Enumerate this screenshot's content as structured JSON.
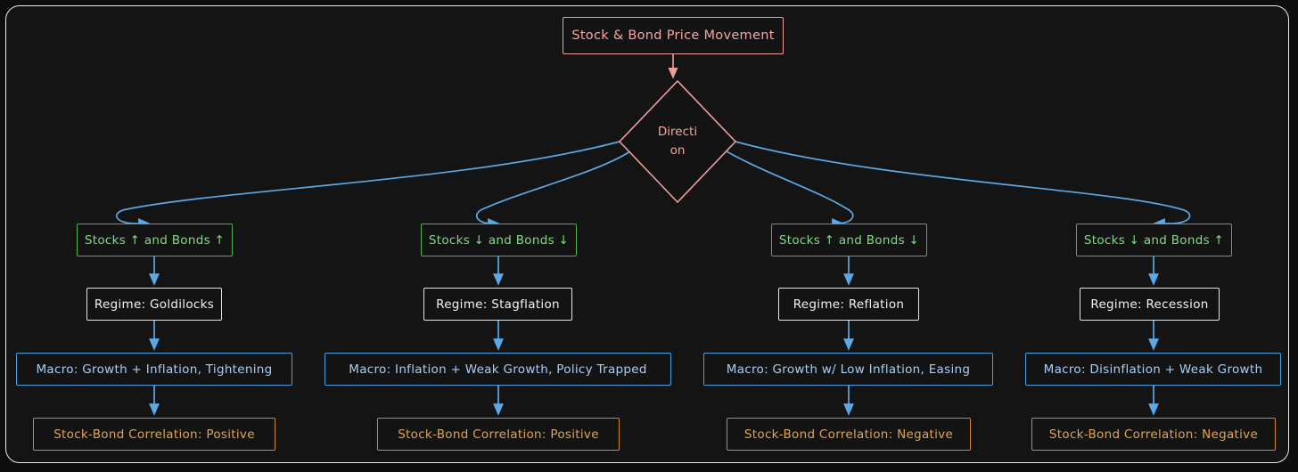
{
  "diagram": {
    "type": "flowchart",
    "direction": "top-down",
    "background_color": "#141414",
    "frame_border_color": "#e8e8e8",
    "root": {
      "label": "Stock & Bond Price Movement",
      "color": "#f3a6a2"
    },
    "decision": {
      "label_line1": "Directi",
      "label_line2": "on",
      "full_label": "Direction",
      "color": "#f3a6a2"
    },
    "edge_color": "#5aa9e6",
    "root_edge_color": "#f19c99",
    "branches": [
      {
        "condition": {
          "label": "Stocks ↑ and Bonds ↑",
          "color": "#7ddc82"
        },
        "regime": {
          "label": "Regime: Goldilocks",
          "color": "#f2f2f2"
        },
        "macro": {
          "label": "Macro: Growth + Inflation, Tightening",
          "color": "#a9cdf0"
        },
        "correlation": {
          "label": "Stock-Bond Correlation: Positive",
          "color": "#e0a44a"
        }
      },
      {
        "condition": {
          "label": "Stocks ↓ and Bonds ↓",
          "color": "#7ddc82"
        },
        "regime": {
          "label": "Regime: Stagflation",
          "color": "#f2f2f2"
        },
        "macro": {
          "label": "Macro: Inflation + Weak Growth, Policy Trapped",
          "color": "#a9cdf0"
        },
        "correlation": {
          "label": "Stock-Bond Correlation: Positive",
          "color": "#e0a44a"
        }
      },
      {
        "condition": {
          "label": "Stocks ↑ and Bonds ↓",
          "color": "#7ddc82"
        },
        "regime": {
          "label": "Regime: Reflation",
          "color": "#f2f2f2"
        },
        "macro": {
          "label": "Macro: Growth w/ Low Inflation, Easing",
          "color": "#a9cdf0"
        },
        "correlation": {
          "label": "Stock-Bond Correlation: Negative",
          "color": "#e0a44a"
        }
      },
      {
        "condition": {
          "label": "Stocks ↓ and Bonds ↑",
          "color": "#7ddc82"
        },
        "regime": {
          "label": "Regime: Recession",
          "color": "#f2f2f2"
        },
        "macro": {
          "label": "Macro: Disinflation + Weak Growth",
          "color": "#a9cdf0"
        },
        "correlation": {
          "label": "Stock-Bond Correlation: Negative",
          "color": "#e0a44a"
        }
      }
    ]
  }
}
